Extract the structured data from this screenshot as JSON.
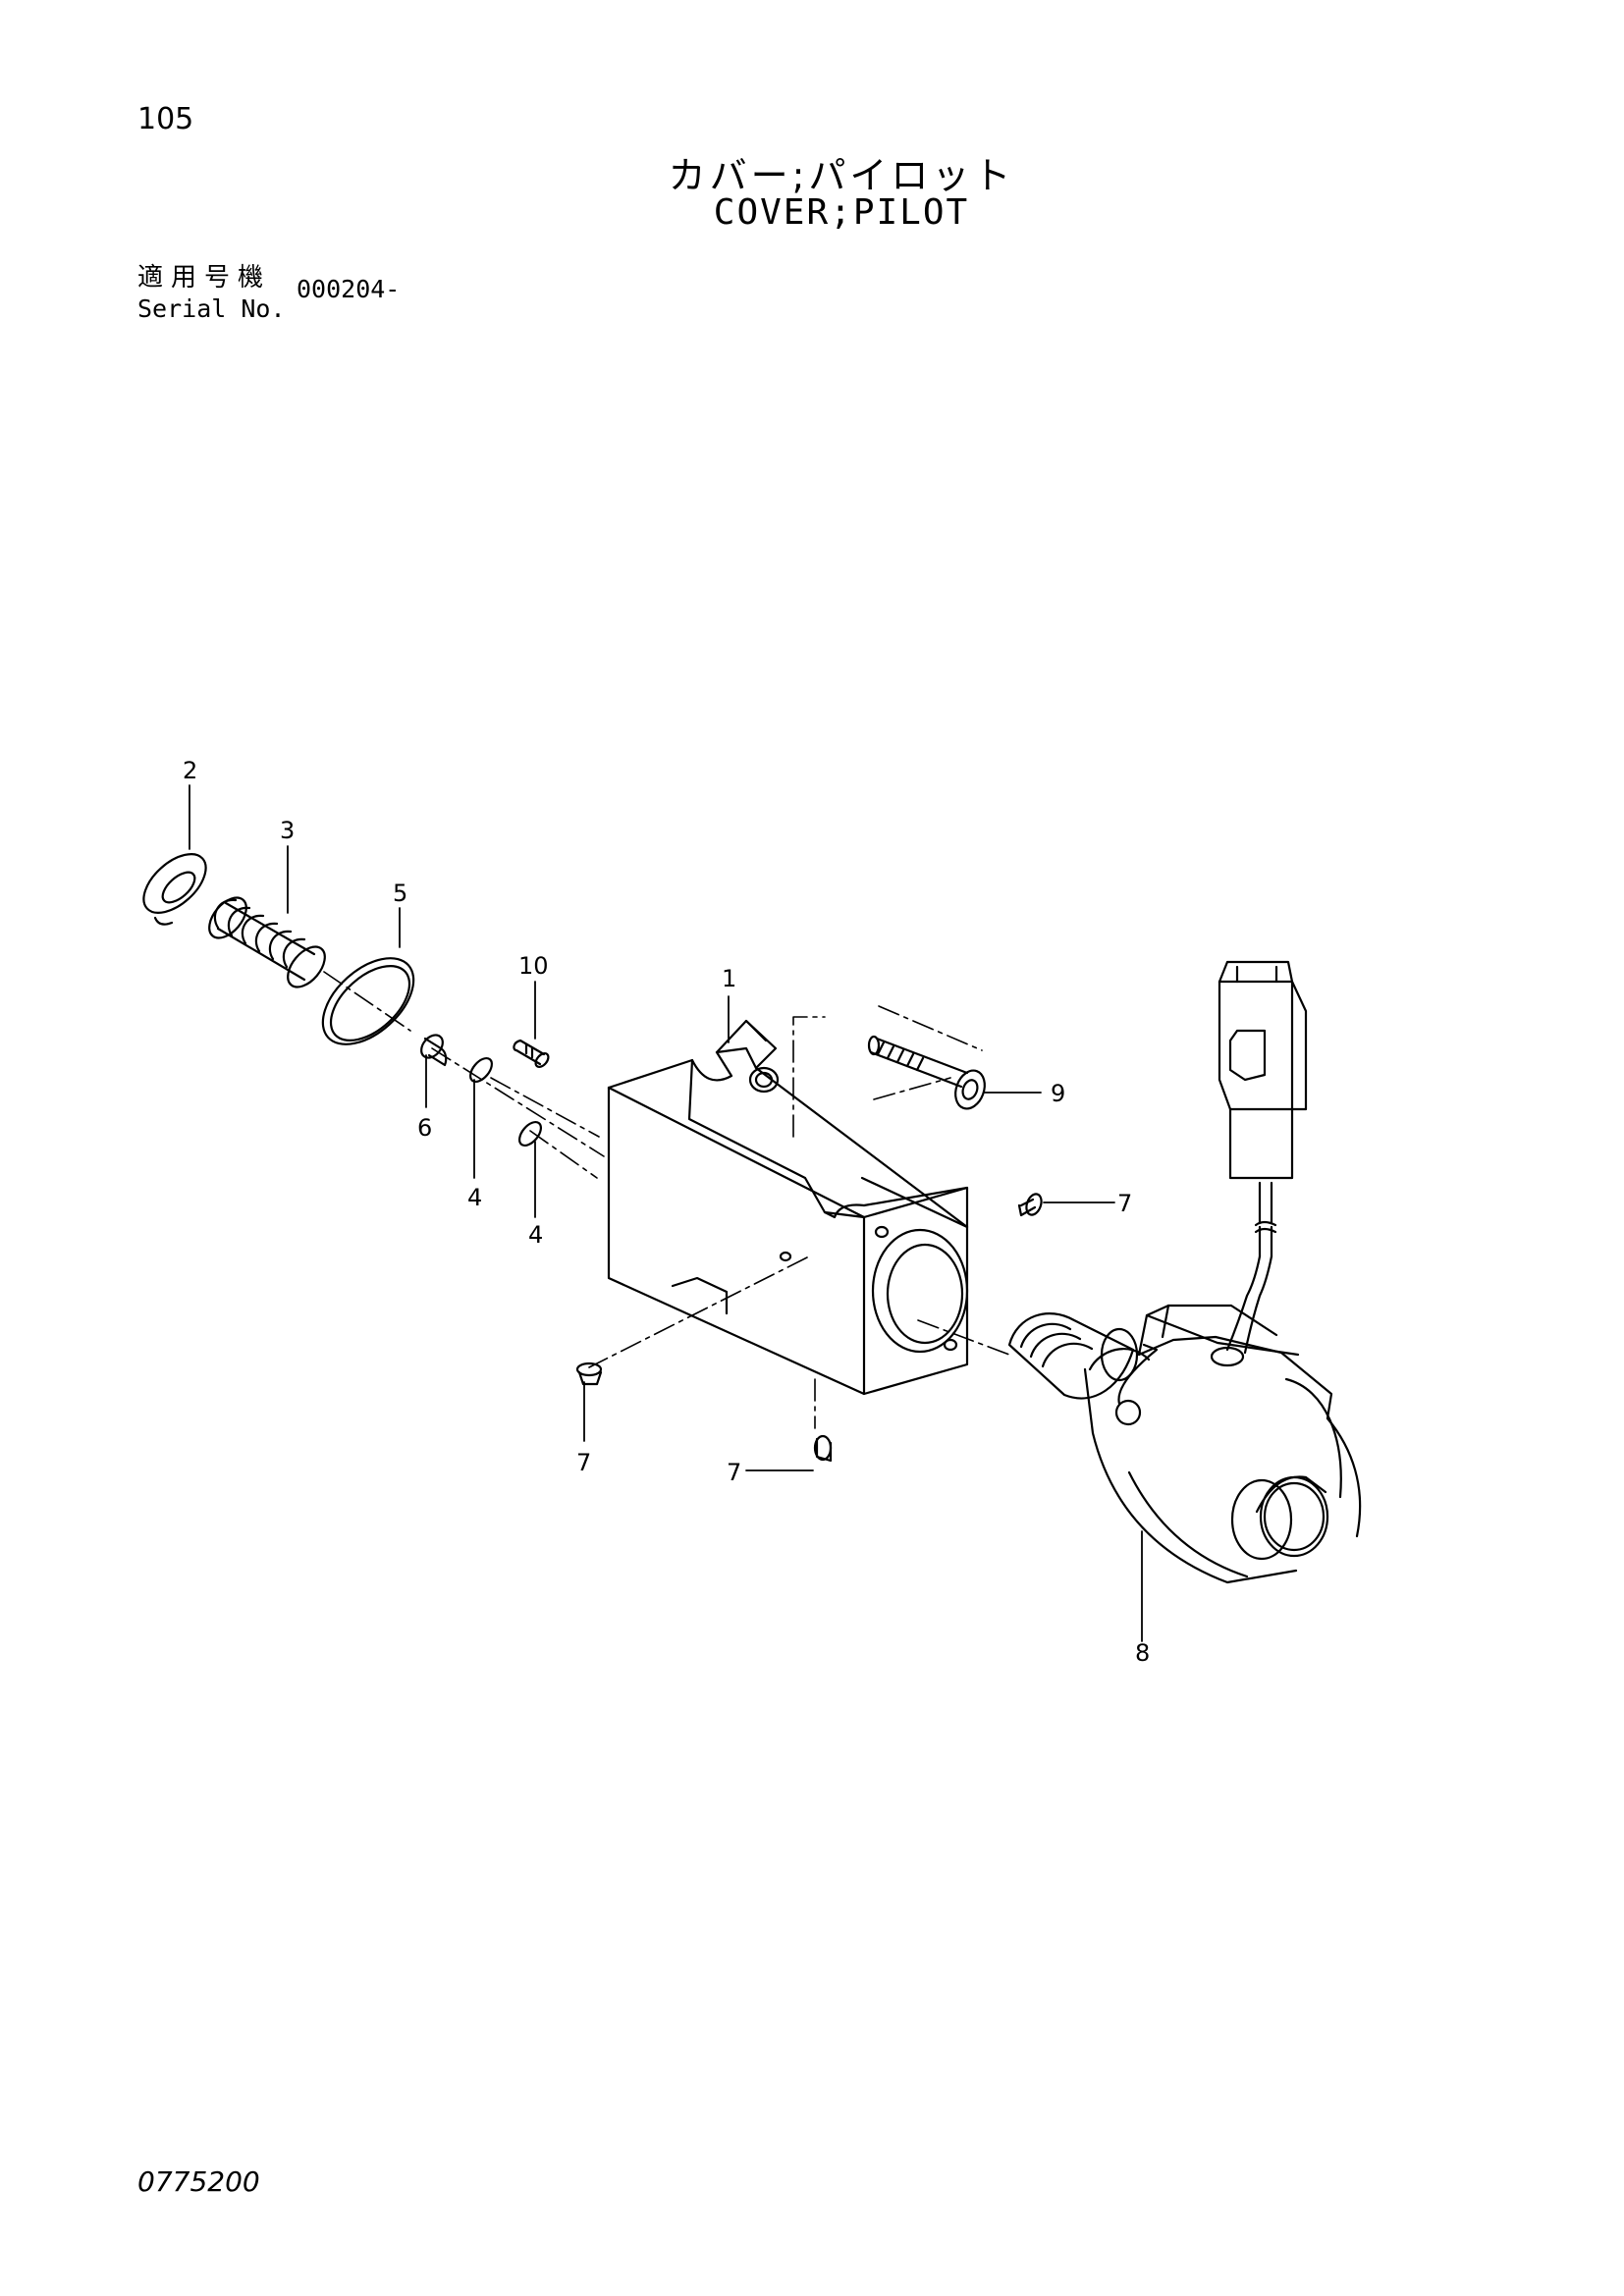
{
  "page": {
    "number": "105",
    "title_jp": "カバー;パイロット",
    "title_en": "COVER;PILOT",
    "serial_label_jp": "適用号機",
    "serial_label_en": "Serial No.",
    "serial_value": "000204-",
    "doc_number": "0775200"
  },
  "callouts": [
    {
      "id": "c1",
      "label": "1"
    },
    {
      "id": "c2",
      "label": "2"
    },
    {
      "id": "c3",
      "label": "3"
    },
    {
      "id": "c4a",
      "label": "4"
    },
    {
      "id": "c4b",
      "label": "4"
    },
    {
      "id": "c5",
      "label": "5"
    },
    {
      "id": "c6",
      "label": "6"
    },
    {
      "id": "c7a",
      "label": "7"
    },
    {
      "id": "c7b",
      "label": "7"
    },
    {
      "id": "c7c",
      "label": "7"
    },
    {
      "id": "c8",
      "label": "8"
    },
    {
      "id": "c9",
      "label": "9"
    },
    {
      "id": "c10",
      "label": "10"
    }
  ]
}
